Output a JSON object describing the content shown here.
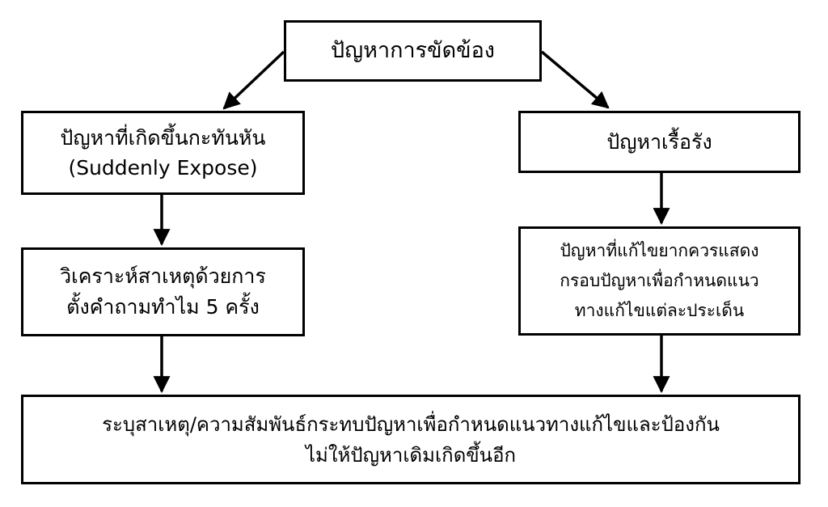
{
  "diagram": {
    "root": {
      "label": "ปัญหาการขัดข้อง"
    },
    "sudden": {
      "line1": "ปัญหาที่เกิดขึ้นกะทันหัน",
      "line2": "(Suddenly Expose)"
    },
    "chronic": {
      "label": "ปัญหาเรื้อรัง"
    },
    "why_analysis": {
      "line1": "วิเคราะห์สาเหตุด้วยการ",
      "line2": "ตั้งคำถามทำไม 5 ครั้ง"
    },
    "framework": {
      "line1": "ปัญหาที่แก้ไขยากควรแสดง",
      "line2": "กรอบปัญหาเพื่อกำหนดแนว",
      "line3": "ทางแก้ไขแต่ละประเด็น"
    },
    "outcome": {
      "line1": "ระบุสาเหตุ/ความสัมพันธ์กระทบปัญหาเพื่อกำหนดแนวทางแก้ไขและป้องกัน",
      "line2": "ไม่ให้ปัญหาเดิมเกิดขึ้นอีก"
    }
  }
}
